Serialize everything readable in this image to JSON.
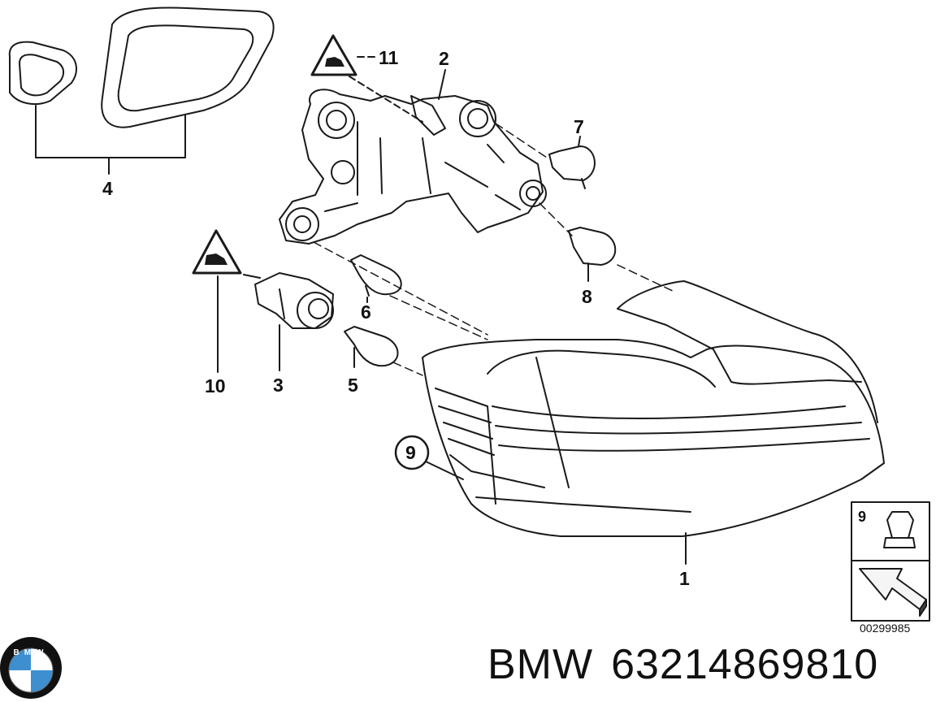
{
  "callouts": {
    "c1": "1",
    "c2": "2",
    "c3": "3",
    "c4": "4",
    "c5": "5",
    "c6": "6",
    "c7": "7",
    "c8": "8",
    "c9": "9",
    "c10": "10",
    "c11": "11"
  },
  "hardware_box": {
    "number": "9"
  },
  "diagram_id": "00299985",
  "footer": {
    "brand": "BMW",
    "part_number": "63214869810"
  },
  "logo": {
    "text": "BMW",
    "colors": {
      "blue": "#3d8fd0",
      "white": "#ffffff",
      "ring": "#111111"
    }
  }
}
